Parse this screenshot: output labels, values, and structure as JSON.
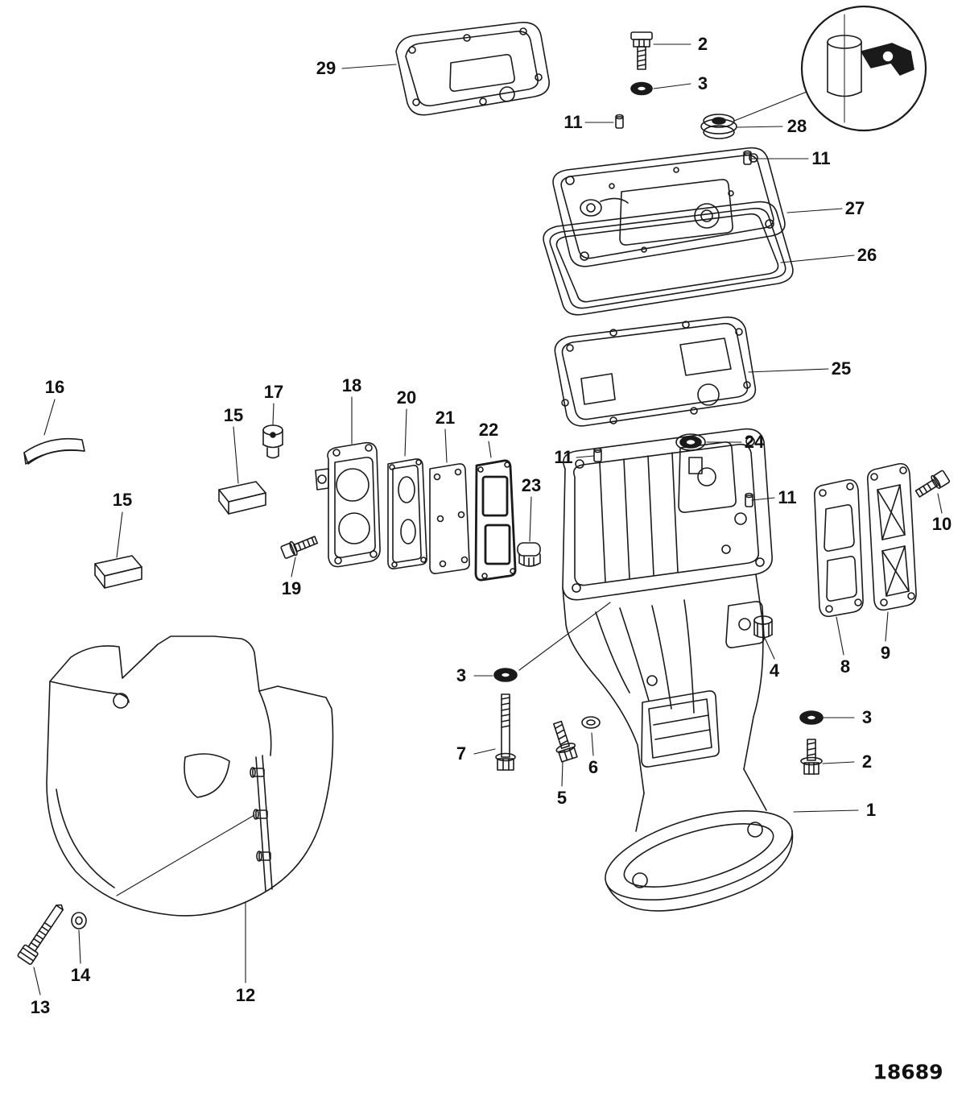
{
  "diagram": {
    "type": "exploded-parts-diagram",
    "number": "18689"
  },
  "callouts": [
    {
      "label": "29"
    },
    {
      "label": "2"
    },
    {
      "label": "3"
    },
    {
      "label": "11"
    },
    {
      "label": "28"
    },
    {
      "label": "11"
    },
    {
      "label": "27"
    },
    {
      "label": "26"
    },
    {
      "label": "25"
    },
    {
      "label": "24"
    },
    {
      "label": "11"
    },
    {
      "label": "16"
    },
    {
      "label": "15"
    },
    {
      "label": "17"
    },
    {
      "label": "18"
    },
    {
      "label": "20"
    },
    {
      "label": "21"
    },
    {
      "label": "22"
    },
    {
      "label": "15"
    },
    {
      "label": "23"
    },
    {
      "label": "11"
    },
    {
      "label": "10"
    },
    {
      "label": "19"
    },
    {
      "label": "8"
    },
    {
      "label": "9"
    },
    {
      "label": "3"
    },
    {
      "label": "4"
    },
    {
      "label": "7"
    },
    {
      "label": "5"
    },
    {
      "label": "6"
    },
    {
      "label": "3"
    },
    {
      "label": "2"
    },
    {
      "label": "1"
    },
    {
      "label": "12"
    },
    {
      "label": "13"
    },
    {
      "label": "14"
    }
  ]
}
